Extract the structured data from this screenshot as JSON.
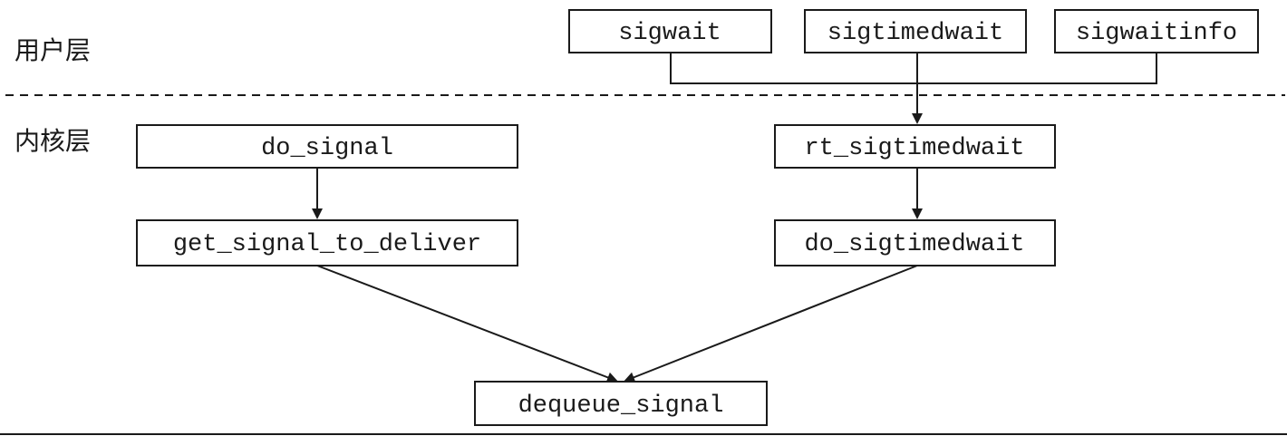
{
  "layers": {
    "user": "用户层",
    "kernel": "内核层"
  },
  "nodes": {
    "sigwait": "sigwait",
    "sigtimedwait": "sigtimedwait",
    "sigwaitinfo": "sigwaitinfo",
    "do_signal": "do_signal",
    "get_signal_to_deliver": "get_signal_to_deliver",
    "rt_sigtimedwait": "rt_sigtimedwait",
    "do_sigtimedwait": "do_sigtimedwait",
    "dequeue_signal": "dequeue_signal"
  }
}
